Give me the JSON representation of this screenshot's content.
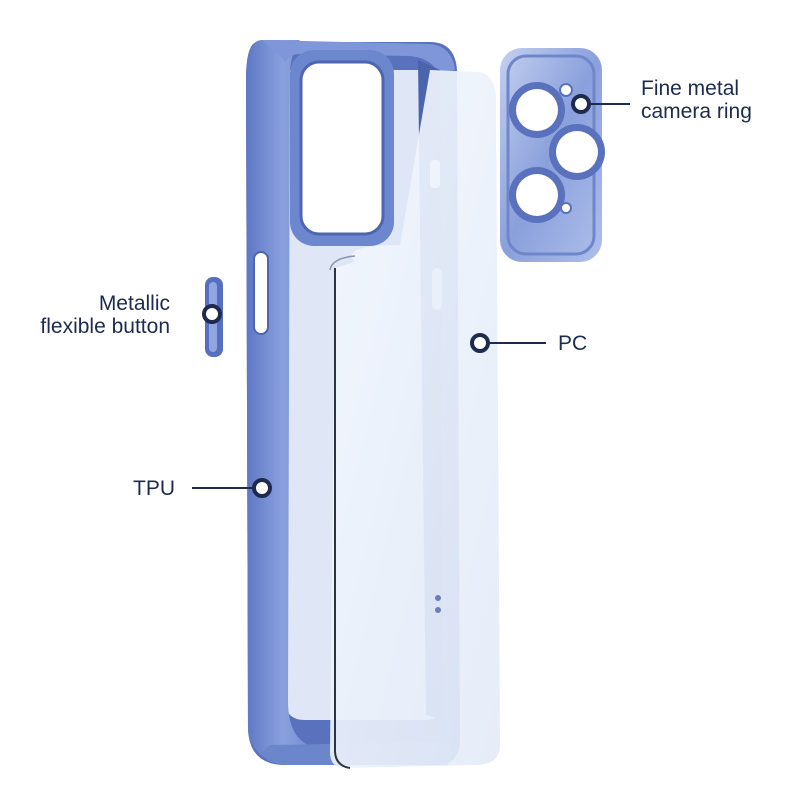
{
  "image": {
    "subject": "phone-case-exploded-view",
    "colors": {
      "case_blue": "#7b93d4",
      "case_blue_dark": "#4f67b5",
      "case_blue_light": "#a9bbe8",
      "pc_panel": "#eef3fb",
      "callout_navy": "#1e2b4f",
      "background": "#ffffff"
    }
  },
  "callouts": {
    "camera_ring": {
      "line1": "Fine metal",
      "line2": "camera ring"
    },
    "button": {
      "line1": "Metallic",
      "line2": "flexible button"
    },
    "pc": {
      "text": "PC"
    },
    "tpu": {
      "text": "TPU"
    }
  }
}
